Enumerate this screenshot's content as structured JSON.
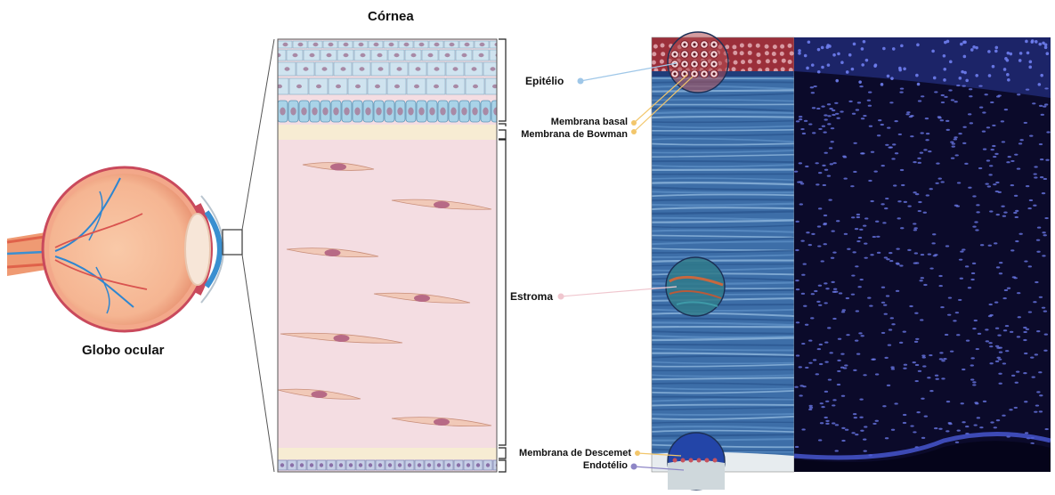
{
  "figure": {
    "cornea_title": "Córnea",
    "eyeball_label": "Globo ocular"
  },
  "layers": {
    "epithelium": "Epitélio",
    "basal_membrane": "Membrana basal",
    "bowman_membrane": "Membrana de Bowman",
    "stroma": "Estroma",
    "descemet_membrane": "Membrana de Descemet",
    "endothelium": "Endotélio"
  },
  "colors": {
    "epithelium_cell": "#cfe3ef",
    "epithelium_nucleus": "#a88aa6",
    "basal_cell": "#a9d3e8",
    "bowman": "#f7ecd3",
    "stroma": "#f4dde2",
    "keratocyte": "#f1c9b8",
    "keratocyte_nucleus": "#b76a86",
    "endothelium": "#c7cfe6",
    "histology_blue": "#3d6ea8",
    "fluorescence_bg": "#0b0a2a",
    "nucleus_fluor": "#6f7ef0",
    "dot_epithelium": "#9fc7e8",
    "dot_basal": "#f2c66b",
    "dot_stroma": "#f0c7cf",
    "dot_descemet": "#f2c66b",
    "dot_endothelium": "#8e86c6"
  }
}
